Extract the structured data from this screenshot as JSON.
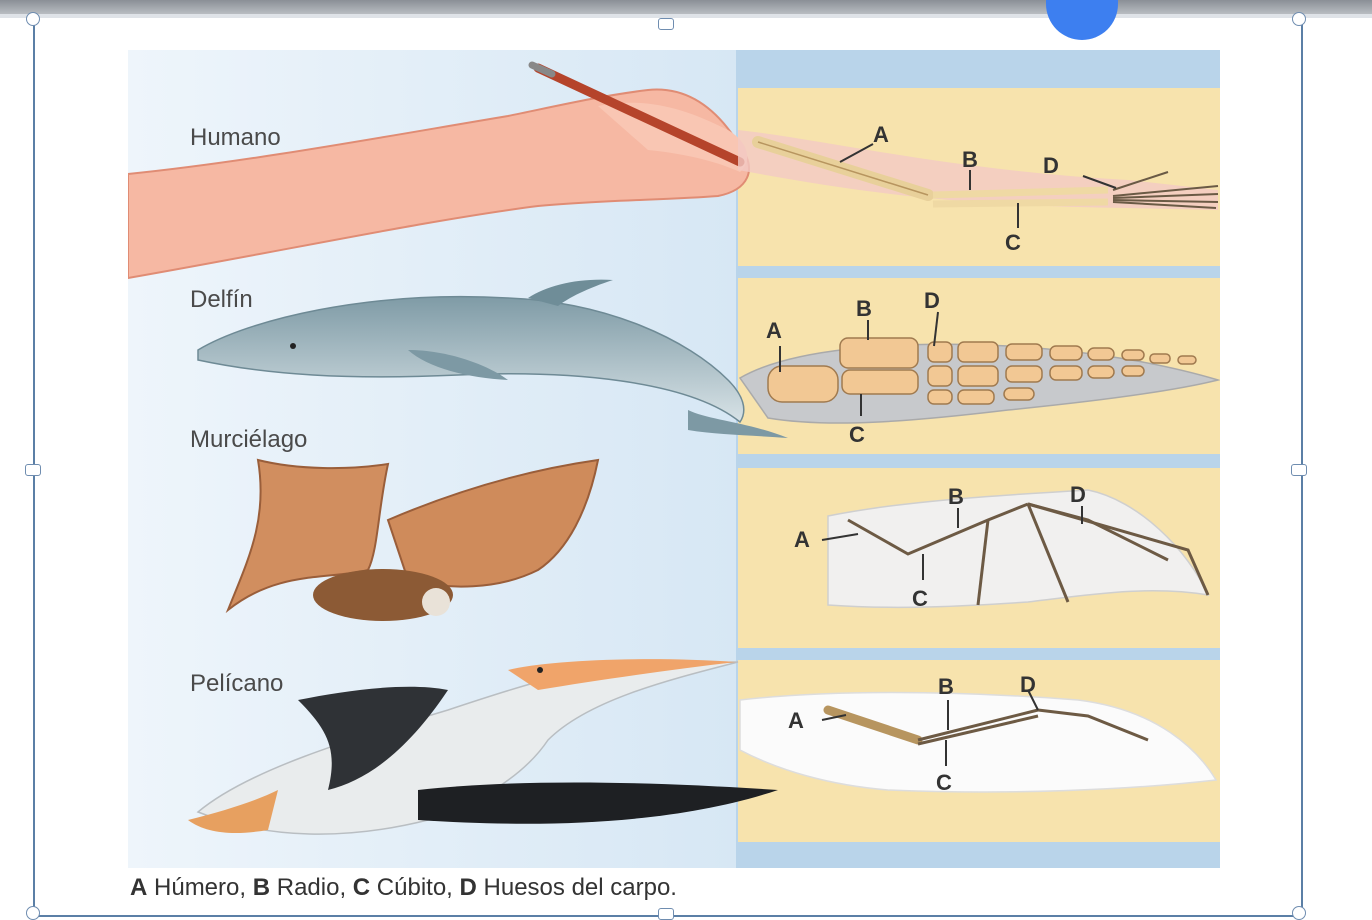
{
  "figure": {
    "rows": [
      {
        "name": "Humano"
      },
      {
        "name": "Delfín"
      },
      {
        "name": "Murciélago"
      },
      {
        "name": "Pelícano"
      }
    ],
    "bone_letters": {
      "a": "A",
      "b": "B",
      "c": "C",
      "d": "D"
    }
  },
  "caption": {
    "a_letter": "A",
    "a_text": " Húmero, ",
    "b_letter": "B",
    "b_text": " Radio, ",
    "c_letter": "C",
    "c_text": " Cúbito, ",
    "d_letter": "D",
    "d_text": " Huesos del carpo."
  },
  "colors": {
    "accent": "#3d7ff0",
    "bone_panel": "#f7e3ad",
    "sky": "#cfe3f3"
  }
}
